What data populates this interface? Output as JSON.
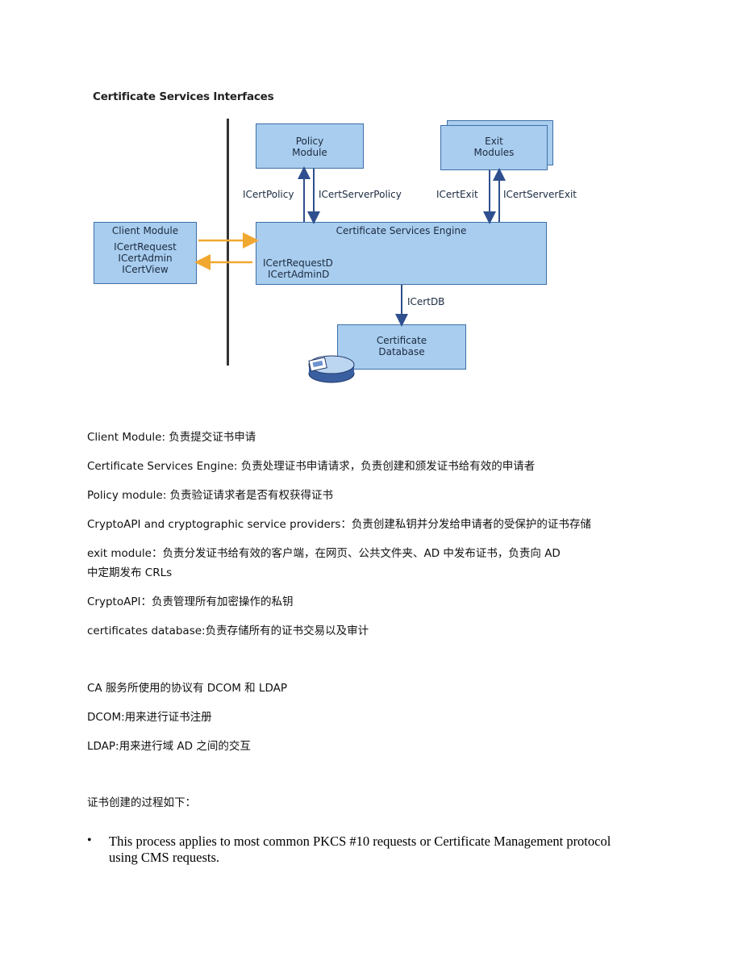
{
  "diagram": {
    "title": "Certificate Services Interfaces",
    "policy_module": [
      "Policy",
      "Module"
    ],
    "exit_modules": [
      "Exit",
      "Modules"
    ],
    "client_module": {
      "title": "Client Module",
      "interfaces": [
        "ICertRequest",
        "ICertAdmin",
        "ICertView"
      ]
    },
    "engine": {
      "title": "Certificate Services Engine",
      "interfaces": [
        "ICertRequestD",
        "ICertAdminD"
      ]
    },
    "database": [
      "Certificate",
      "Database"
    ],
    "labels": {
      "icertpolicy": "ICertPolicy",
      "icertserverpolicy": "ICertServerPolicy",
      "icertexit": "ICertExit",
      "icertserverexit": "ICertServerExit",
      "icertdb": "ICertDB"
    },
    "colors": {
      "box_fill": "#a9cdee",
      "box_border": "#3d6fa8",
      "arrow_blue": "#2f4f8f",
      "arrow_orange": "#f0a830"
    }
  },
  "document": {
    "lines": [
      "Client Module: 负责提交证书申请",
      "Certificate Services Engine: 负责处理证书申请请求，负责创建和颁发证书给有效的申请者",
      "Policy module: 负责验证请求者是否有权获得证书",
      "CryptoAPI and cryptographic service providers：负责创建私钥并分发给申请者的受保护的证书存储",
      "exit module：负责分发证书给有效的客户端，在网页、公共文件夹、AD 中发布证书，负责向 AD",
      "中定期发布 CRLs",
      "CryptoAPI：负责管理所有加密操作的私钥",
      "certificates database:负责存储所有的证书交易以及审计",
      "CA 服务所使用的协议有 DCOM 和 LDAP",
      "DCOM:用来进行证书注册",
      "LDAP:用来进行域 AD 之间的交互",
      "证书创建的过程如下："
    ],
    "bullet": {
      "symbol": "•",
      "text": "This process applies to most common PKCS #10 requests or Certificate Management protocol using CMS requests."
    }
  }
}
